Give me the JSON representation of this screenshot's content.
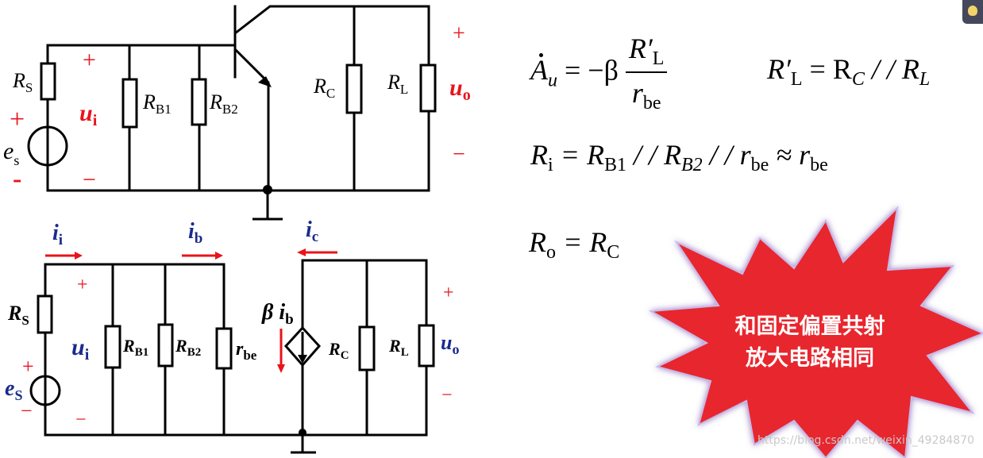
{
  "top_circuit": {
    "rs_label": "R",
    "rs_sub": "S",
    "es_label": "e",
    "es_sub": "s",
    "plus": "+",
    "minus": "-",
    "dash": "−",
    "ui_label": "u",
    "ui_sub": "i",
    "rb1_label": "R",
    "rb1_sub": "B1",
    "rb2_label": "R",
    "rb2_sub": "B2",
    "rc_label": "R",
    "rc_sub": "C",
    "rl_label": "R",
    "rl_sub": "L",
    "uo_label": "u",
    "uo_sub": "o"
  },
  "bottom_circuit": {
    "ii_label": "i",
    "ii_sub": "i",
    "ib_label": "i",
    "ib_sub": "b",
    "ic_label": "i",
    "ic_sub": "c",
    "rs_label": "R",
    "rs_sub": "S",
    "es_label": "e",
    "es_sub": "S",
    "ui_label": "u",
    "ui_sub": "i",
    "rb1_label": "R",
    "rb1_sub": "B1",
    "rb2_label": "R",
    "rb2_sub": "B2",
    "rbe_label": "r",
    "rbe_sub": "be",
    "beta_label": "β i",
    "beta_sub": "b",
    "rc_label": "R",
    "rc_sub": "C",
    "rl_label": "R",
    "rl_sub": "L",
    "uo_label": "u",
    "uo_sub": "o",
    "plus": "+",
    "minus": "−"
  },
  "formulas": {
    "au_lhs": "A",
    "au_sub": "u",
    "au_eq": " = −β",
    "au_num": "R′",
    "au_num_sub": "L",
    "au_den": "r",
    "au_den_sub": "be",
    "rl_lhs": "R′",
    "rl_lhs_sub": "L",
    "rl_rhs": " = R",
    "rl_rhs_sub1": "C",
    "rl_par": " / / R",
    "rl_rhs_sub2": "L",
    "ri_lhs": "R",
    "ri_lhs_sub": "i",
    "ri_eq": " = R",
    "ri_sub1": "B1",
    "ri_par1": " / / R",
    "ri_sub2": "B2",
    "ri_par2": " / / r",
    "ri_sub3": "be",
    "ri_approx": " ≈ r",
    "ri_sub4": "be",
    "ro_lhs": "R",
    "ro_lhs_sub": "o",
    "ro_eq": " = R",
    "ro_sub": "C"
  },
  "callout": {
    "line1": "和固定偏置共射",
    "line2": "放大电路相同",
    "color": "#e8272f"
  },
  "watermark": "https://blog.csdn.net/weixin_49284870",
  "colors": {
    "red": "#e8141b",
    "blue": "#1a2b8c",
    "wire": "#000000"
  }
}
